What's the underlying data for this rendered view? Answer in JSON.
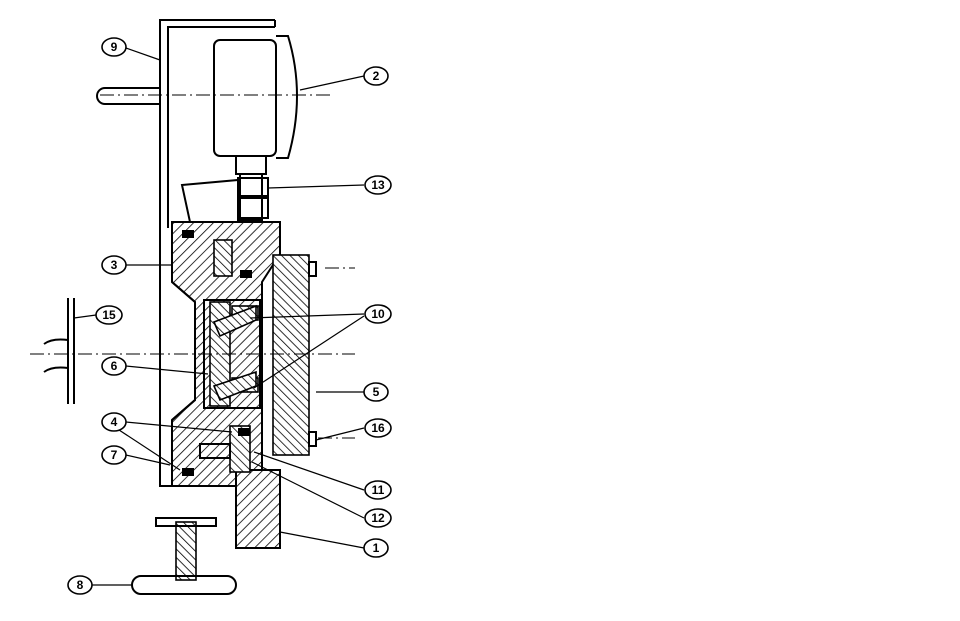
{
  "callouts": [
    {
      "id": "c1",
      "label": "1"
    },
    {
      "id": "c2",
      "label": "2"
    },
    {
      "id": "c3",
      "label": "3"
    },
    {
      "id": "c4",
      "label": "4"
    },
    {
      "id": "c5",
      "label": "5"
    },
    {
      "id": "c6",
      "label": "6"
    },
    {
      "id": "c7",
      "label": "7"
    },
    {
      "id": "c8",
      "label": "8"
    },
    {
      "id": "c9",
      "label": "9"
    },
    {
      "id": "c10",
      "label": "10"
    },
    {
      "id": "c11",
      "label": "11"
    },
    {
      "id": "c12",
      "label": "12"
    },
    {
      "id": "c13",
      "label": "13"
    },
    {
      "id": "c15",
      "label": "15"
    },
    {
      "id": "c16",
      "label": "16"
    }
  ]
}
